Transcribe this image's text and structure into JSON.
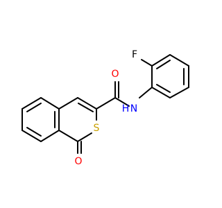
{
  "molecule": {
    "atoms": {
      "F": {
        "symbol": "F",
        "color": "#000000"
      },
      "O_amide": {
        "symbol": "O",
        "color": "#ff0000"
      },
      "N": {
        "symbol": "N",
        "color": "#0000ff"
      },
      "H": {
        "symbol": "H",
        "color": "#0000ff"
      },
      "S": {
        "symbol": "S",
        "color": "#c8a000"
      },
      "O_ketone": {
        "symbol": "O",
        "color": "#ff0000"
      }
    }
  }
}
